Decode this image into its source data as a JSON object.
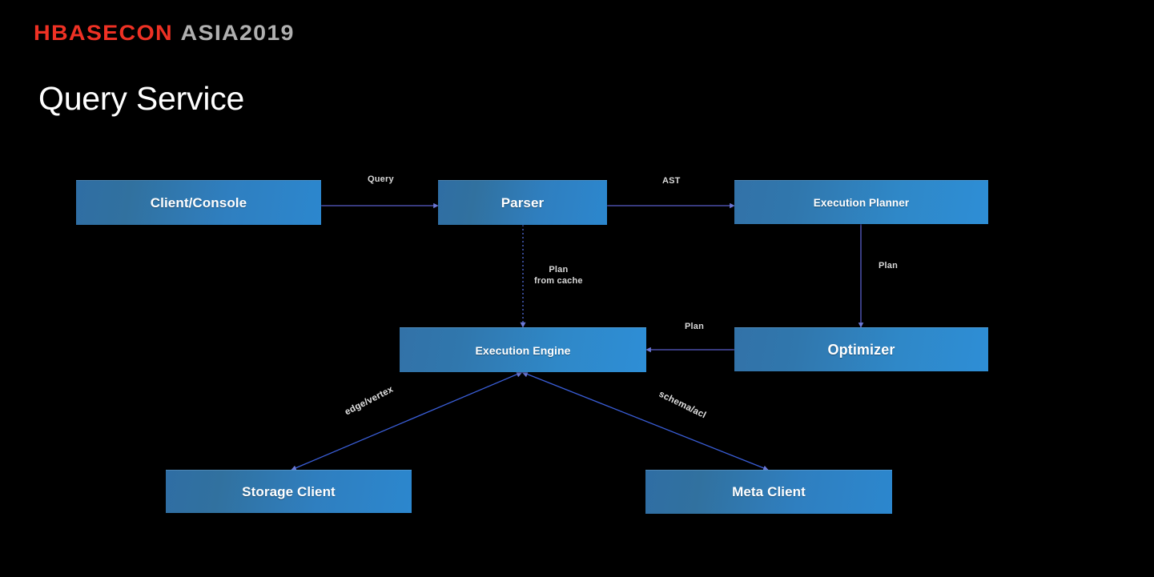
{
  "brand": {
    "logo_primary": "HBASECON",
    "logo_secondary": "ASIA2019",
    "primary_color": "#ee3124",
    "secondary_color": "#b0b0b0"
  },
  "slide": {
    "title": "Query Service",
    "background_color": "#000000"
  },
  "diagram": {
    "node_color_start": "#2f6ea4",
    "node_color_end": "#2c87ce",
    "edge_color": "#5566cc",
    "nodes": [
      {
        "id": "client",
        "label": "Client/Console"
      },
      {
        "id": "parser",
        "label": "Parser"
      },
      {
        "id": "planner",
        "label": "Execution Planner"
      },
      {
        "id": "engine",
        "label": "Execution Engine"
      },
      {
        "id": "optimizer",
        "label": "Optimizer"
      },
      {
        "id": "storage",
        "label": "Storage Client"
      },
      {
        "id": "meta",
        "label": "Meta Client"
      }
    ],
    "edges": [
      {
        "id": "client-parser",
        "from": "client",
        "to": "parser",
        "label": "Query",
        "style": "solid",
        "direction": "forward"
      },
      {
        "id": "parser-planner",
        "from": "parser",
        "to": "planner",
        "label": "AST",
        "style": "solid",
        "direction": "forward"
      },
      {
        "id": "parser-engine",
        "from": "parser",
        "to": "engine",
        "label": "Plan",
        "label_line2": "from cache",
        "style": "dotted",
        "direction": "forward"
      },
      {
        "id": "planner-optimizer",
        "from": "planner",
        "to": "optimizer",
        "label": "Plan",
        "style": "solid",
        "direction": "forward"
      },
      {
        "id": "optimizer-engine",
        "from": "optimizer",
        "to": "engine",
        "label": "Plan",
        "style": "solid",
        "direction": "forward"
      },
      {
        "id": "engine-storage",
        "from": "engine",
        "to": "storage",
        "label": "edge/vertex",
        "style": "solid",
        "direction": "both"
      },
      {
        "id": "engine-meta",
        "from": "engine",
        "to": "meta",
        "label": "schema/acl",
        "style": "solid",
        "direction": "both"
      }
    ]
  }
}
